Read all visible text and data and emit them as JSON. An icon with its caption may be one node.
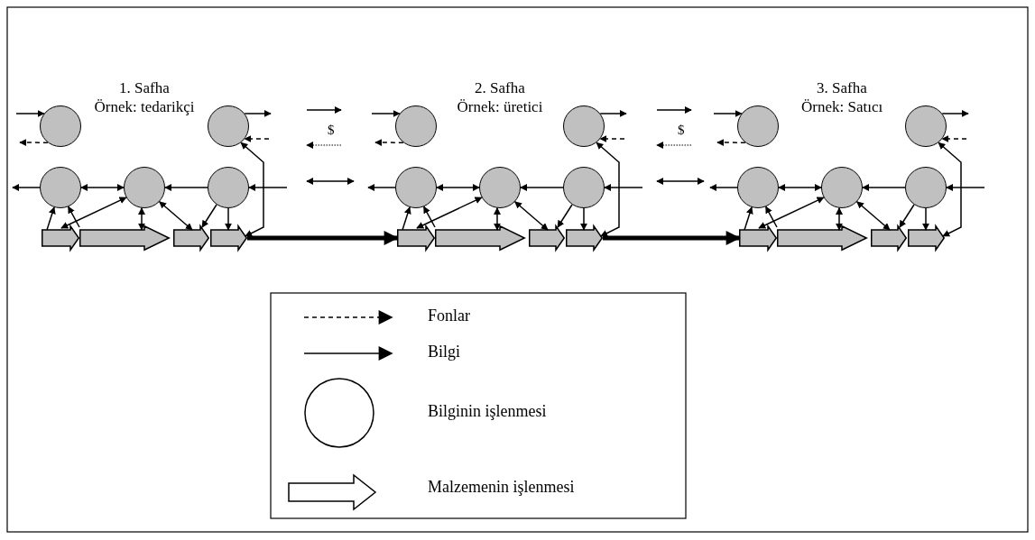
{
  "diagram": {
    "nodes": [
      {
        "text": [],
        "shape": "circle"
      },
      {
        "text": [],
        "shape": "circle"
      },
      {
        "text": [],
        "shape": "circle"
      },
      {
        "text": [],
        "shape": "circle"
      },
      {
        "text": [],
        "shape": "circle"
      },
      {
        "text": [],
        "shape": "arrow"
      },
      {
        "text": [],
        "shape": "arrow"
      },
      {
        "text": [],
        "shape": "arrow"
      },
      {
        "text": [],
        "shape": "arrow"
      },
      {
        "text": [],
        "shape": "circle"
      },
      {
        "text": [],
        "shape": "circle"
      },
      {
        "text": [],
        "shape": "circle"
      },
      {
        "text": [],
        "shape": "circle"
      },
      {
        "text": [],
        "shape": "circle"
      },
      {
        "text": [],
        "shape": "arrow"
      },
      {
        "text": [],
        "shape": "arrow"
      },
      {
        "text": [],
        "shape": "arrow"
      },
      {
        "text": [],
        "shape": "arrow"
      },
      {
        "text": [],
        "shape": "circle"
      },
      {
        "text": [],
        "shape": "circle"
      },
      {
        "text": [],
        "shape": "circle"
      },
      {
        "text": [],
        "shape": "circle"
      },
      {
        "text": [],
        "shape": "circle"
      },
      {
        "text": [],
        "shape": "arrow"
      },
      {
        "text": [],
        "shape": "arrow"
      },
      {
        "text": [],
        "shape": "arrow"
      },
      {
        "text": [],
        "shape": "arrow"
      }
    ],
    "edges": [
      {
        "from": null,
        "to": 0,
        "arrow": "to"
      },
      {
        "from": 0,
        "to": null,
        "arrow": "to",
        "style": "dashed"
      },
      {
        "from": 1,
        "to": null,
        "arrow": "to"
      },
      {
        "from": null,
        "to": 1,
        "arrow": "to",
        "style": "dashed"
      },
      {
        "from": 2,
        "to": null,
        "arrow": "to"
      },
      {
        "from": 2,
        "to": 3,
        "arrow": "both"
      },
      {
        "from": 4,
        "to": 3,
        "arrow": "to"
      },
      {
        "from": null,
        "to": 4,
        "arrow": "to"
      },
      {
        "from": 8,
        "to": 1,
        "arrow": "both"
      },
      {
        "from": 5,
        "to": 2,
        "arrow": "to"
      },
      {
        "from": 6,
        "to": 2,
        "arrow": "to"
      },
      {
        "from": 3,
        "to": 5,
        "arrow": "both"
      },
      {
        "from": 3,
        "to": 6,
        "arrow": "both"
      },
      {
        "from": 3,
        "to": 7,
        "arrow": "both"
      },
      {
        "from": 4,
        "to": 7,
        "arrow": "to"
      },
      {
        "from": 4,
        "to": 8,
        "arrow": "to"
      },
      {
        "from": null,
        "to": 9,
        "arrow": "to"
      },
      {
        "from": 9,
        "to": null,
        "arrow": "to",
        "style": "dashed"
      },
      {
        "from": 10,
        "to": null,
        "arrow": "to"
      },
      {
        "from": null,
        "to": 10,
        "arrow": "to",
        "style": "dashed"
      },
      {
        "from": 11,
        "to": null,
        "arrow": "to"
      },
      {
        "from": 11,
        "to": 12,
        "arrow": "both"
      },
      {
        "from": 13,
        "to": 12,
        "arrow": "to"
      },
      {
        "from": null,
        "to": 13,
        "arrow": "to"
      },
      {
        "from": 17,
        "to": 10,
        "arrow": "both"
      },
      {
        "from": 14,
        "to": 11,
        "arrow": "to"
      },
      {
        "from": 15,
        "to": 11,
        "arrow": "to"
      },
      {
        "from": 12,
        "to": 14,
        "arrow": "both"
      },
      {
        "from": 12,
        "to": 15,
        "arrow": "both"
      },
      {
        "from": 12,
        "to": 16,
        "arrow": "both"
      },
      {
        "from": 13,
        "to": 16,
        "arrow": "to"
      },
      {
        "from": 13,
        "to": 17,
        "arrow": "to"
      },
      {
        "from": null,
        "to": 18,
        "arrow": "to"
      },
      {
        "from": 18,
        "to": null,
        "arrow": "to",
        "style": "dashed"
      },
      {
        "from": 19,
        "to": null,
        "arrow": "to"
      },
      {
        "from": null,
        "to": 19,
        "arrow": "to",
        "style": "dashed"
      },
      {
        "from": 20,
        "to": null,
        "arrow": "to"
      },
      {
        "from": 20,
        "to": 21,
        "arrow": "both"
      },
      {
        "from": 22,
        "to": 21,
        "arrow": "to"
      },
      {
        "from": null,
        "to": 22,
        "arrow": "to"
      },
      {
        "from": 26,
        "to": 19,
        "arrow": "both"
      },
      {
        "from": 23,
        "to": 20,
        "arrow": "to"
      },
      {
        "from": 24,
        "to": 20,
        "arrow": "to"
      },
      {
        "from": 21,
        "to": 23,
        "arrow": "both"
      },
      {
        "from": 21,
        "to": 24,
        "arrow": "both"
      },
      {
        "from": 21,
        "to": 25,
        "arrow": "both"
      },
      {
        "from": 22,
        "to": 25,
        "arrow": "to"
      },
      {
        "from": 22,
        "to": 26,
        "arrow": "to"
      },
      {
        "from": 8,
        "to": 14,
        "arrow": "to",
        "style": "thick"
      },
      {
        "from": 17,
        "to": 23,
        "arrow": "to",
        "style": "thick"
      }
    ],
    "labels": [
      "1. Safha",
      "2. Safha",
      "3. Safha",
      "Örnek: tedarikçi",
      "Örnek: üretici",
      "Örnek: Satıcı",
      "$",
      "$"
    ],
    "legend": [
      {
        "text": "Fonlar"
      },
      {
        "text": "Bilgi"
      },
      {
        "text": "Bilginin işlenmesi"
      },
      {
        "text": "Malzemenin işlenmesi"
      }
    ]
  }
}
